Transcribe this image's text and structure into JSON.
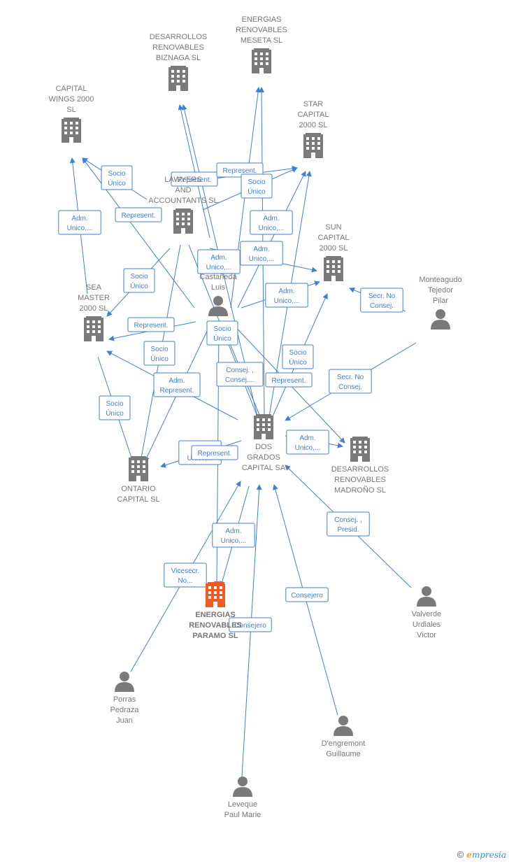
{
  "colors": {
    "edge": "#3f7fd6",
    "node": "#7a7a7a",
    "focus": "#f15a24",
    "label": "#777777"
  },
  "nodes": [
    {
      "id": "dos_grados",
      "type": "company",
      "lines": [
        "DOS",
        "GRADOS",
        "CAPITAL SA"
      ],
      "icon": "building-icon"
    },
    {
      "id": "paramo",
      "type": "company",
      "focus": true,
      "lines": [
        "ENERGIAS",
        "RENOVABLES",
        "PARAMO  SL"
      ],
      "icon": "building-icon"
    },
    {
      "id": "biznaga",
      "type": "company",
      "lines": [
        "DESARROLLOS",
        "RENOVABLES",
        "BIZNAGA  SL"
      ],
      "icon": "building-icon"
    },
    {
      "id": "meseta",
      "type": "company",
      "lines": [
        "ENERGIAS",
        "RENOVABLES",
        "MESETA  SL"
      ],
      "icon": "building-icon"
    },
    {
      "id": "capital_wings",
      "type": "company",
      "lines": [
        "CAPITAL",
        "WINGS 2000",
        "SL"
      ],
      "icon": "building-icon"
    },
    {
      "id": "star",
      "type": "company",
      "lines": [
        "STAR",
        "CAPITAL",
        "2000  SL"
      ],
      "icon": "building-icon"
    },
    {
      "id": "lawyers",
      "type": "company",
      "lines": [
        "LAWYERS",
        "AND",
        "ACCOUNTANTS SL"
      ],
      "icon": "building-icon"
    },
    {
      "id": "sun",
      "type": "company",
      "lines": [
        "SUN",
        "CAPITAL",
        "2000  SL"
      ],
      "icon": "building-icon"
    },
    {
      "id": "sea",
      "type": "company",
      "lines": [
        "SEA",
        "MASTER",
        "2000  SL"
      ],
      "icon": "building-icon"
    },
    {
      "id": "ontario",
      "type": "company",
      "lines": [
        "ONTARIO",
        "CAPITAL  SL"
      ],
      "icon": "building-icon"
    },
    {
      "id": "madrono",
      "type": "company",
      "lines": [
        "DESARROLLOS",
        "RENOVABLES",
        "MADROÑO  SL"
      ],
      "icon": "building-icon"
    },
    {
      "id": "castaneda",
      "type": "person",
      "lines": [
        "Castañeda",
        "Luis"
      ],
      "icon": "person-icon"
    },
    {
      "id": "monteagudo",
      "type": "person",
      "lines": [
        "Monteagudo",
        "Tejedor",
        "Pilar"
      ],
      "icon": "person-icon"
    },
    {
      "id": "valverde",
      "type": "person",
      "lines": [
        "Valverde",
        "Urdiales",
        "Victor"
      ],
      "icon": "person-icon"
    },
    {
      "id": "porras",
      "type": "person",
      "lines": [
        "Porras",
        "Pedraza",
        "Juan"
      ],
      "icon": "person-icon"
    },
    {
      "id": "dengremont",
      "type": "person",
      "lines": [
        "D'engremont",
        "Guillaume"
      ],
      "icon": "person-icon"
    },
    {
      "id": "leveque",
      "type": "person",
      "lines": [
        "Leveque",
        "Paul Marie"
      ],
      "icon": "person-icon"
    }
  ],
  "relations": [
    {
      "lines": [
        "Socio",
        "Único"
      ]
    },
    {
      "lines": [
        "Represent."
      ]
    },
    {
      "lines": [
        "Represent."
      ]
    },
    {
      "lines": [
        "Represent."
      ]
    },
    {
      "lines": [
        "Socio",
        "Único"
      ]
    },
    {
      "lines": [
        "Adm.",
        "Unico,..."
      ]
    },
    {
      "lines": [
        "Adm.",
        "Unico,..."
      ]
    },
    {
      "lines": [
        "Adm.",
        "Unico,..."
      ]
    },
    {
      "lines": [
        "Adm.",
        "Unico,..."
      ]
    },
    {
      "lines": [
        "Socio",
        "Único"
      ]
    },
    {
      "lines": [
        "Adm.",
        "Unico,..."
      ]
    },
    {
      "lines": [
        "Secr.  No",
        "Consej."
      ]
    },
    {
      "lines": [
        "Represent."
      ]
    },
    {
      "lines": [
        "Socio",
        "Único"
      ]
    },
    {
      "lines": [
        "Socio",
        "Único"
      ]
    },
    {
      "lines": [
        "Socio",
        "Único"
      ]
    },
    {
      "lines": [
        "Consej. ,",
        "Consej...."
      ]
    },
    {
      "lines": [
        "Represent."
      ]
    },
    {
      "lines": [
        "Secr.  No",
        "Consej."
      ]
    },
    {
      "lines": [
        "Adm.",
        "Represent."
      ]
    },
    {
      "lines": [
        "Socio",
        "Único"
      ]
    },
    {
      "lines": [
        "Adm.",
        "Unico,..."
      ]
    },
    {
      "lines": [
        "Represent."
      ]
    },
    {
      "lines": [
        "Adm.",
        "Unico,..."
      ]
    },
    {
      "lines": [
        "Consej. ,",
        "Presid."
      ]
    },
    {
      "lines": [
        "Adm.",
        "Unico,..."
      ]
    },
    {
      "lines": [
        "Vicesecr.",
        "No..."
      ]
    },
    {
      "lines": [
        "Consejero"
      ]
    },
    {
      "lines": [
        "Consejero"
      ]
    }
  ],
  "brand": {
    "copyright": "©",
    "first_letter": "e",
    "rest": "mpresia"
  }
}
